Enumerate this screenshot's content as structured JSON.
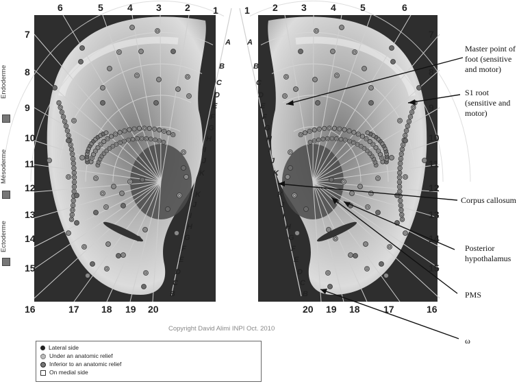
{
  "diagram": {
    "copyright": "Copyright David Alimi INPI Oct. 2010",
    "top_numbers": [
      "6",
      "5",
      "4",
      "3",
      "2",
      "1",
      "1",
      "2",
      "3",
      "4",
      "5",
      "6"
    ],
    "side_numbers_left": [
      "7",
      "8",
      "9",
      "10",
      "11",
      "12",
      "13",
      "14",
      "15"
    ],
    "side_numbers_right": [
      "7",
      "8",
      "9",
      "10",
      "11",
      "12",
      "13",
      "14",
      "15"
    ],
    "bottom_numbers_left": [
      "16",
      "17",
      "18",
      "19",
      "20"
    ],
    "bottom_numbers_right": [
      "20",
      "19",
      "18",
      "17",
      "16"
    ],
    "letters_left": [
      "A",
      "B",
      "C",
      "D",
      "E",
      "F",
      "G",
      "H",
      "I",
      "J",
      "K",
      "K",
      "J",
      "I",
      "H",
      "G",
      "F",
      "E",
      "D",
      "C",
      "B"
    ],
    "letters_right": [
      "A",
      "B",
      "C",
      "D",
      "E",
      "F",
      "G",
      "H",
      "I",
      "J",
      "K",
      "K",
      "J",
      "I",
      "H",
      "G",
      "F",
      "E",
      "D",
      "C",
      "B"
    ],
    "germ_layers": [
      "Endoderme",
      "Mésoderme",
      "Ectoderme"
    ],
    "annotations": [
      {
        "id": "master-point-foot",
        "text": [
          "Master point of",
          "foot (sensitive",
          "and motor)"
        ]
      },
      {
        "id": "s1-root",
        "text": [
          "S1 root",
          "(sensitive and",
          "motor)"
        ]
      },
      {
        "id": "corpus-callosum",
        "text": [
          "Corpus callosum"
        ]
      },
      {
        "id": "posterior-hypothalamus",
        "text": [
          "Posterior",
          "hypothalamus"
        ]
      },
      {
        "id": "pms",
        "text": [
          "PMS"
        ]
      },
      {
        "id": "omega",
        "text": [
          "ω"
        ]
      }
    ],
    "legend": [
      {
        "label": "Lateral side",
        "symbol": "filled"
      },
      {
        "label": "Under an anatomic relief",
        "symbol": "dotted"
      },
      {
        "label": "Inferior to an anatomic relief",
        "symbol": "ringed"
      },
      {
        "label": "On medial side",
        "symbol": "square"
      }
    ],
    "colors": {
      "skin_light": "#d9d9d9",
      "skin_dark": "#5a5a5a",
      "background": "#2a2a2a",
      "point": "#777777",
      "grid": "#cfcfcf"
    }
  }
}
